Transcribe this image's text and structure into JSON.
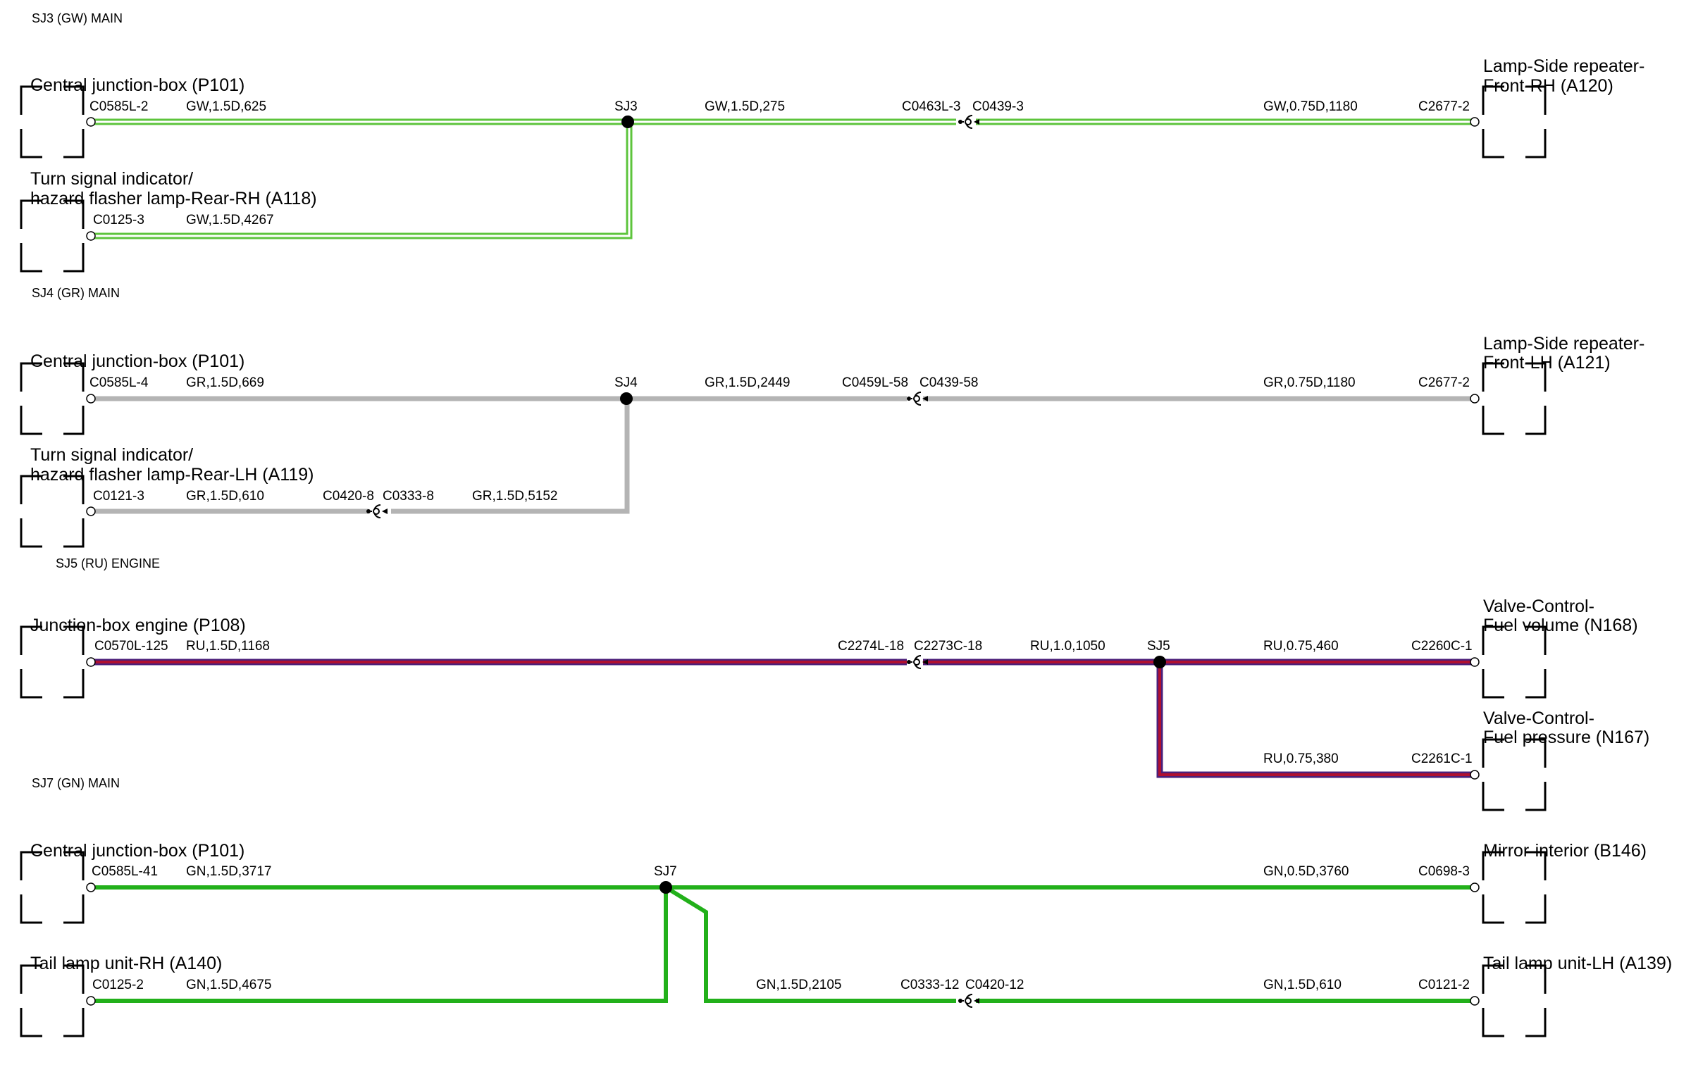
{
  "sections": [
    {
      "title": "SJ3 (GW) MAIN",
      "splice": "SJ3",
      "wire_color": "#5dc43c",
      "wire_style": "double",
      "components": [
        {
          "lines": [
            "Central junction-box (P101)"
          ],
          "pin": "C0585L-2",
          "side": "left"
        },
        {
          "lines": [
            "Turn signal indicator/",
            "hazard flasher lamp-Rear-RH (A118)"
          ],
          "pin": "C0125-3",
          "side": "left"
        },
        {
          "lines": [
            "Lamp-Side repeater-",
            "Front-RH (A120)"
          ],
          "pin": "C2677-2",
          "side": "right"
        }
      ],
      "wires": [
        "GW,1.5D,625",
        "GW,1.5D,4267",
        "GW,1.5D,275",
        "GW,0.75D,1180"
      ],
      "connectors": [
        {
          "male": "C0463L-3",
          "female": "C0439-3"
        }
      ]
    },
    {
      "title": "SJ4 (GR) MAIN",
      "splice": "SJ4",
      "wire_color": "#b4b4b4",
      "wire_style": "single",
      "components": [
        {
          "lines": [
            "Central junction-box (P101)"
          ],
          "pin": "C0585L-4",
          "side": "left"
        },
        {
          "lines": [
            "Turn signal indicator/",
            "hazard flasher lamp-Rear-LH (A119)"
          ],
          "pin": "C0121-3",
          "side": "left"
        },
        {
          "lines": [
            "Lamp-Side repeater-",
            "Front-LH (A121)"
          ],
          "pin": "C2677-2",
          "side": "right"
        }
      ],
      "wires": [
        "GR,1.5D,669",
        "GR,1.5D,610",
        "GR,1.5D,5152",
        "GR,1.5D,2449",
        "GR,0.75D,1180"
      ],
      "connectors": [
        {
          "male": "C0420-8",
          "female": "C0333-8"
        },
        {
          "male": "C0459L-58",
          "female": "C0439-58"
        }
      ]
    },
    {
      "title": "SJ5 (RU) ENGINE",
      "splice": "SJ5",
      "wire_color": "#b01030",
      "wire_color_alt": "#4b1f7a",
      "wire_style": "striped",
      "components": [
        {
          "lines": [
            "Junction-box engine (P108)"
          ],
          "pin": "C0570L-125",
          "side": "left"
        },
        {
          "lines": [
            "Valve-Control-",
            "Fuel volume (N168)"
          ],
          "pin": "C2260C-1",
          "side": "right"
        },
        {
          "lines": [
            "Valve-Control-",
            "Fuel pressure (N167)"
          ],
          "pin": "C2261C-1",
          "side": "right"
        }
      ],
      "wires": [
        "RU,1.5D,1168",
        "RU,1.0,1050",
        "RU,0.75,460",
        "RU,0.75,380"
      ],
      "connectors": [
        {
          "male": "C2274L-18",
          "female": "C2273C-18"
        }
      ]
    },
    {
      "title": "SJ7 (GN) MAIN",
      "splice": "SJ7",
      "wire_color": "#22b01a",
      "wire_style": "solid",
      "components": [
        {
          "lines": [
            "Central junction-box (P101)"
          ],
          "pin": "C0585L-41",
          "side": "left"
        },
        {
          "lines": [
            "Tail lamp unit-RH (A140)"
          ],
          "pin": "C0125-2",
          "side": "left"
        },
        {
          "lines": [
            "Mirror-interior (B146)"
          ],
          "pin": "C0698-3",
          "side": "right"
        },
        {
          "lines": [
            "Tail lamp unit-LH (A139)"
          ],
          "pin": "C0121-2",
          "side": "right"
        }
      ],
      "wires": [
        "GN,1.5D,3717",
        "GN,1.5D,4675",
        "GN,1.5D,2105",
        "GN,0.5D,3760",
        "GN,1.5D,610"
      ],
      "connectors": [
        {
          "male": "C0333-12",
          "female": "C0420-12"
        }
      ]
    }
  ]
}
